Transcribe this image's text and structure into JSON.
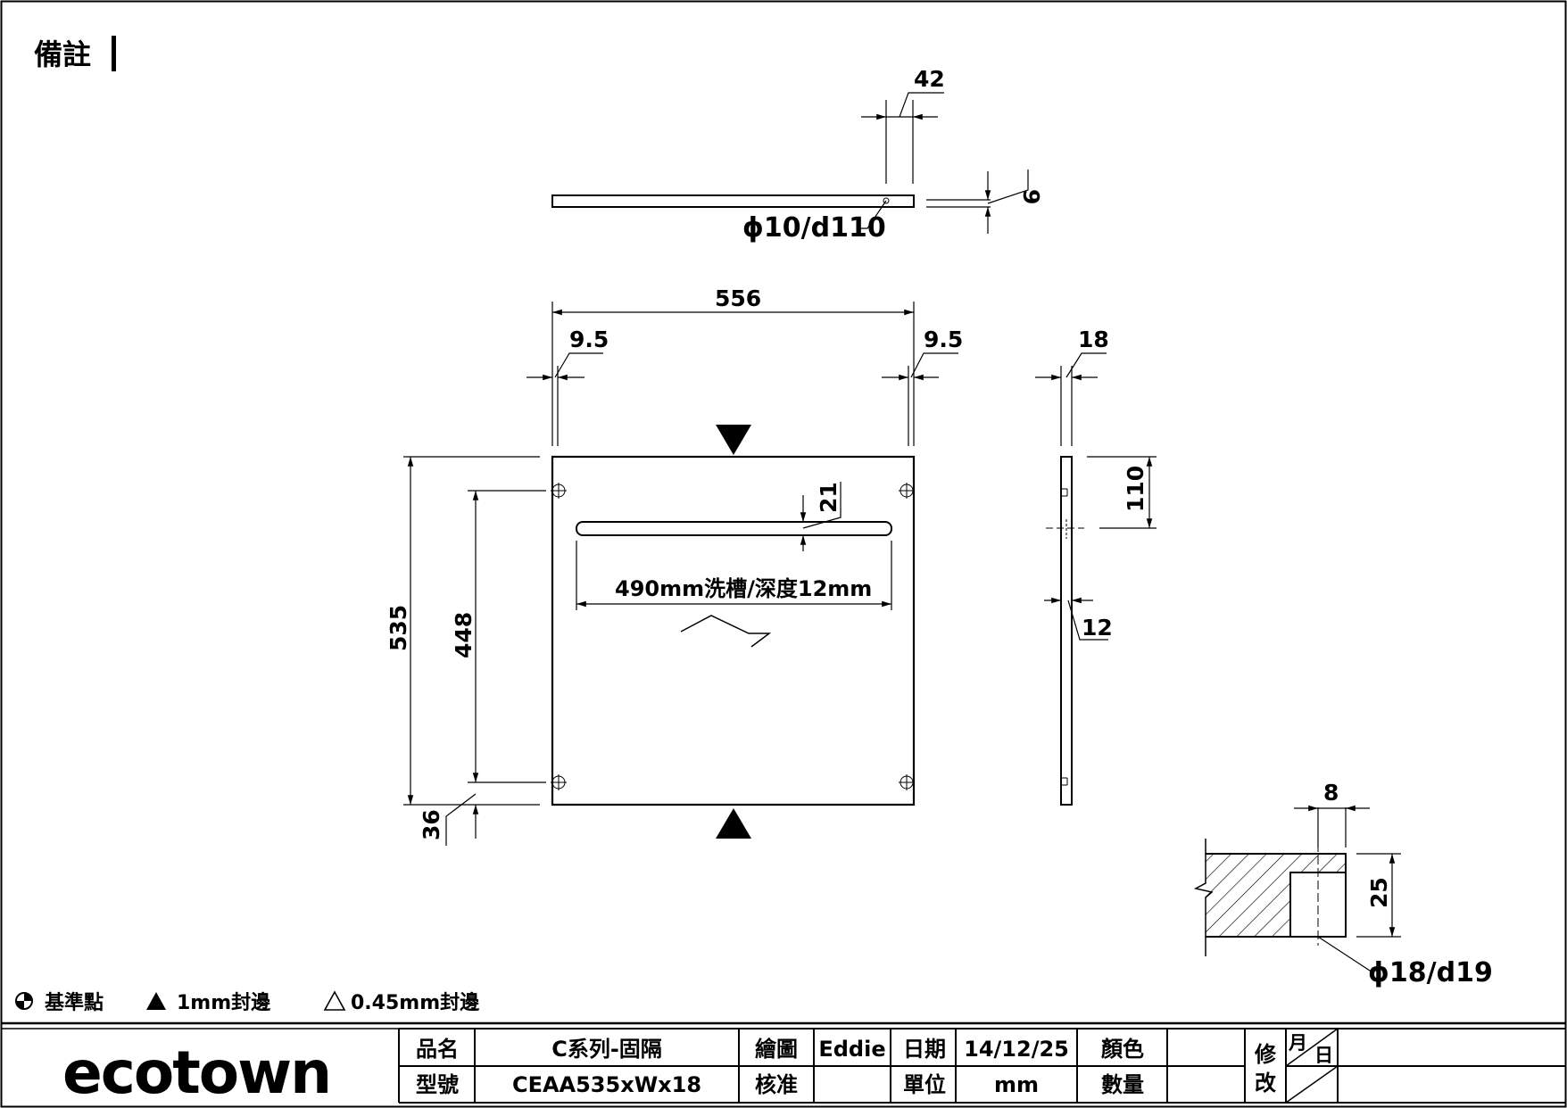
{
  "header": {
    "remark_label": "備註"
  },
  "top_view": {
    "dim_hole_offset": "42",
    "dim_thickness": "9",
    "hole_callout": "ϕ10/d110"
  },
  "front_view": {
    "dim_width": "556",
    "dim_edge_left": "9.5",
    "dim_edge_right": "9.5",
    "dim_height": "535",
    "dim_hole_spacing": "448",
    "dim_hole_bottom": "36",
    "dim_groove_offset": "21",
    "groove_note": "490mm洗槽/深度12mm"
  },
  "side_view": {
    "dim_thickness": "18",
    "dim_hole_depth": "110",
    "dim_groove_depth": "12"
  },
  "detail_view": {
    "dim_bore_offset": "8",
    "dim_bore_height": "25",
    "bore_callout": "ϕ18/d19"
  },
  "legend": {
    "datum_label": "基準點",
    "edge_1mm_label": "1mm封邊",
    "edge_045_label": "0.45mm封邊"
  },
  "title_block": {
    "logo": "ecotown",
    "product_name_label": "品名",
    "product_name_value": "C系列-固隔",
    "model_label": "型號",
    "model_value": "CEAA535xWx18",
    "drawn_label": "繪圖",
    "drawn_value": "Eddie",
    "approved_label": "核准",
    "approved_value": "",
    "date_label": "日期",
    "date_value": "14/12/25",
    "unit_label": "單位",
    "unit_value": "mm",
    "color_label": "顏色",
    "color_value": "",
    "quantity_label": "數量",
    "quantity_value": "",
    "revision_label_1": "修",
    "revision_label_2": "改",
    "month_label": "月",
    "day_label": "日"
  }
}
